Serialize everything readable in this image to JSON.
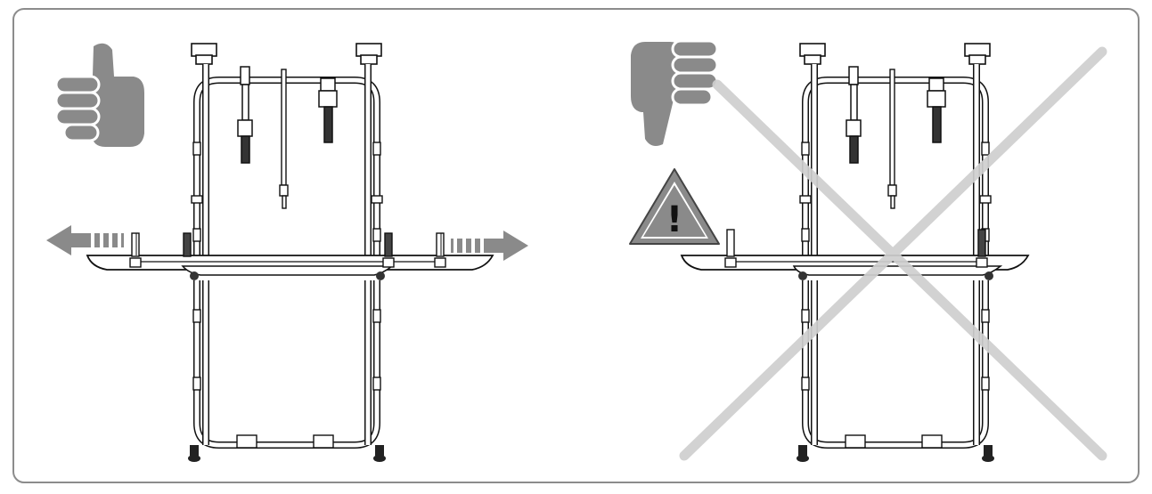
{
  "figure": {
    "panels": [
      {
        "id": "correct",
        "verdict": "thumbs-up-icon",
        "mounting": "rail-extended"
      },
      {
        "id": "incorrect",
        "verdict": "thumbs-down-icon",
        "mounting": "rail-not-extended",
        "warning": "warning-triangle-icon",
        "crossed_out": true
      }
    ],
    "warning_symbol": "!"
  },
  "colors": {
    "frame_border": "#8c8c8c",
    "icon_gray": "#8a8a8a",
    "cross_gray": "#cfcfcf",
    "line_black": "#111111"
  }
}
